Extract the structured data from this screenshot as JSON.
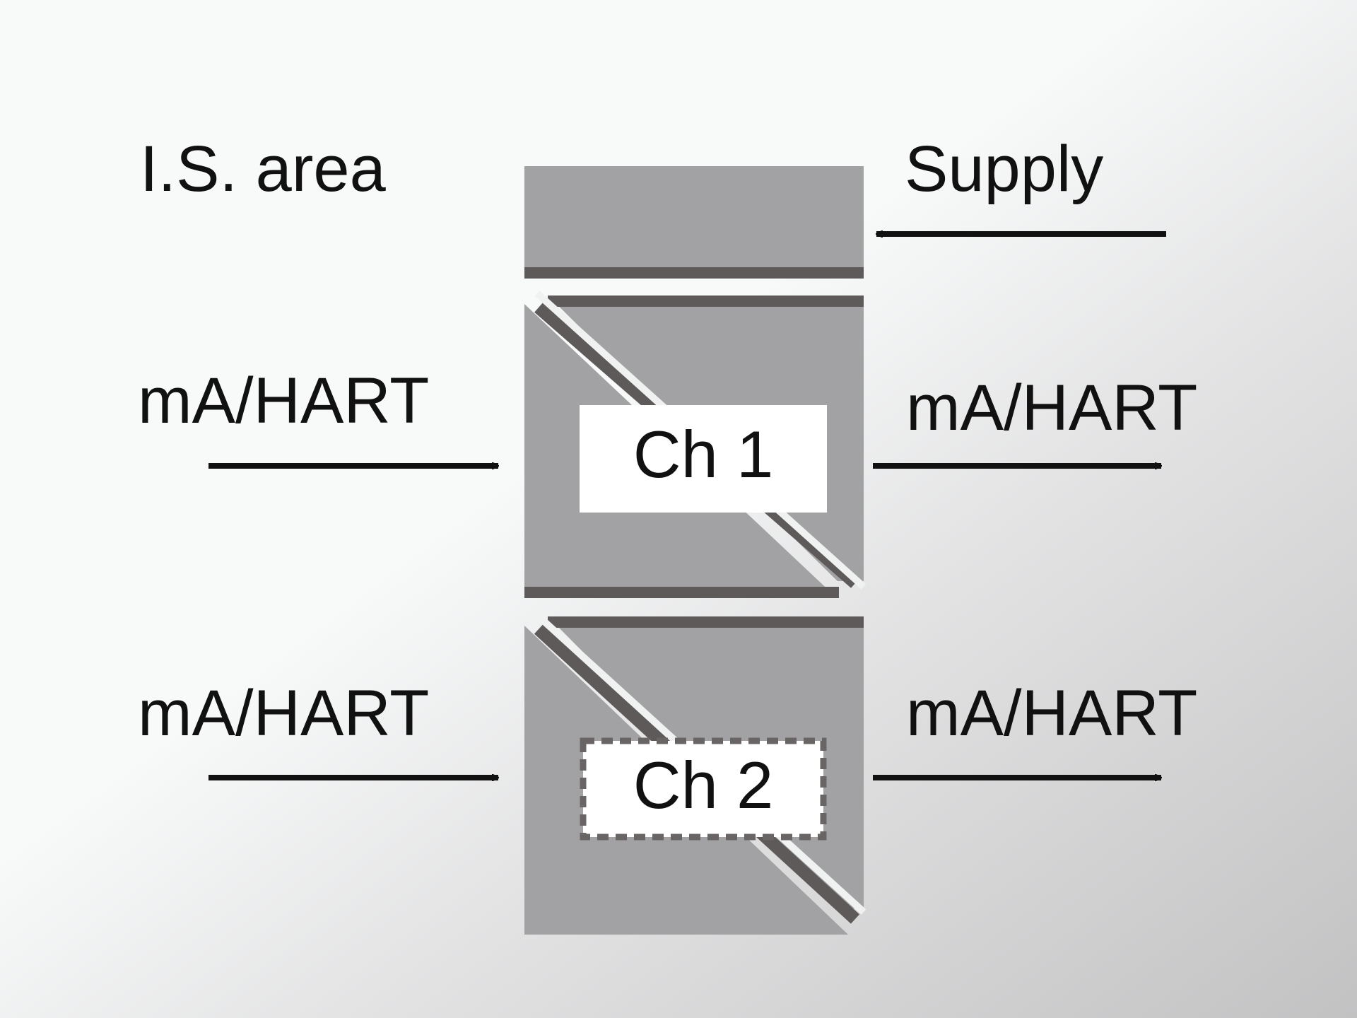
{
  "labels": {
    "area": "I.S. area",
    "supply": "Supply",
    "ch1_in": "mA/HART",
    "ch1_out": "mA/HART",
    "ch2_in": "mA/HART",
    "ch2_out": "mA/HART"
  },
  "channels": [
    {
      "label": "Ch 1",
      "style": "solid"
    },
    {
      "label": "Ch 2",
      "style": "dashed"
    }
  ],
  "colors": {
    "module_fill": "#a2a2a5",
    "module_edge": "#5f5a5a",
    "background_light": "#f8fafa",
    "background_dark": "#c4c4c5",
    "arrow": "#111111",
    "channel_box": "#ffffff"
  }
}
